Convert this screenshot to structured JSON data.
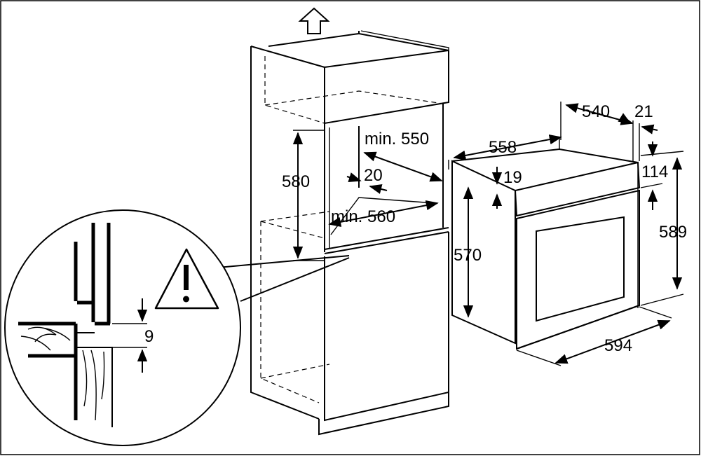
{
  "cabinet": {
    "height_dim": "580",
    "width_dim": "min. 550",
    "gap_dim": "20",
    "depth_dim": "min. 560"
  },
  "oven": {
    "top_depth_dim": "540",
    "front_thickness_dim": "21",
    "side_depth_dim": "558",
    "top_offset_dim": "19",
    "panel_height_dim": "114",
    "body_height_dim": "570",
    "front_height_dim": "589",
    "front_width_dim": "594"
  },
  "detail": {
    "clearance_dim": "9",
    "warning_icon": "warning-triangle-icon"
  }
}
